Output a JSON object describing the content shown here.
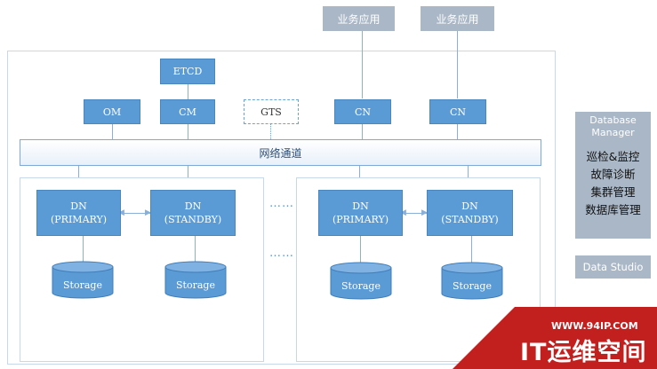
{
  "apps": [
    "业务应用",
    "业务应用"
  ],
  "etcd": "ETCD",
  "om": "OM",
  "cm": "CM",
  "gts": "GTS",
  "cn": [
    "CN",
    "CN"
  ],
  "network": "网络通道",
  "groups": [
    {
      "primary": {
        "line1": "DN",
        "line2": "(PRIMARY)"
      },
      "standby": {
        "line1": "DN",
        "line2": "(STANDBY)"
      },
      "storage": [
        "Storage",
        "Storage"
      ]
    },
    {
      "primary": {
        "line1": "DN",
        "line2": "(PRIMARY)"
      },
      "standby": {
        "line1": "DN",
        "line2": "(STANDBY)"
      },
      "storage": [
        "Storage",
        "Storage"
      ]
    }
  ],
  "ellipsis": "……",
  "db_manager": {
    "title_line1": "Database",
    "title_line2": "Manager",
    "items": [
      "巡检&监控",
      "故障诊断",
      "集群管理",
      "数据库管理"
    ]
  },
  "data_studio": "Data Studio",
  "watermark": {
    "url": "WWW.94IP.COM",
    "name": "IT运维空间"
  },
  "colors": {
    "node": "#5b9bd5",
    "app": "#aab7c6",
    "watermark": "#c21f1f"
  }
}
